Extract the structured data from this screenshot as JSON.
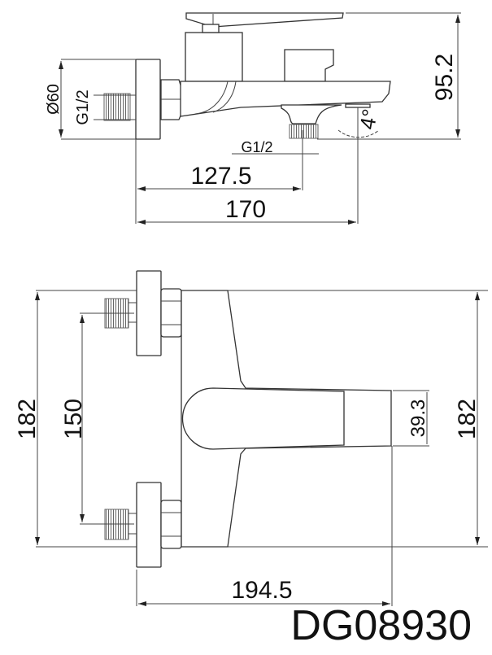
{
  "model_code": "DG08930",
  "side_view": {
    "dims": {
      "flange_diameter": "Ø60",
      "inlet_thread": "G1/2",
      "outlet_thread": "G1/2",
      "height": "95.2",
      "outlet_distance": "127.5",
      "spout_length": "170",
      "angle": "4°"
    }
  },
  "top_view": {
    "dims": {
      "overall_width_left": "182",
      "overall_width_right": "182",
      "inlet_centers": "150",
      "handle_width": "39.3",
      "depth": "194.5"
    }
  }
}
